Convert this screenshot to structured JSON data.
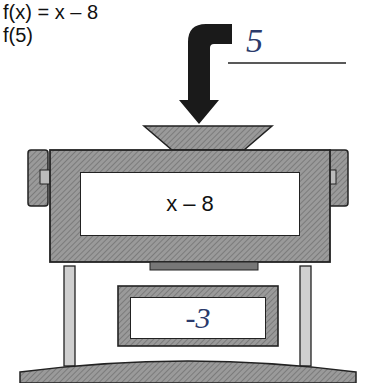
{
  "diagram": {
    "nodes": [
      {
        "text": [
          "x – 8"
        ]
      },
      {
        "text": [
          "-3"
        ]
      }
    ],
    "labels": [
      "f(x) = x – 8",
      "f(5)",
      "5"
    ]
  }
}
